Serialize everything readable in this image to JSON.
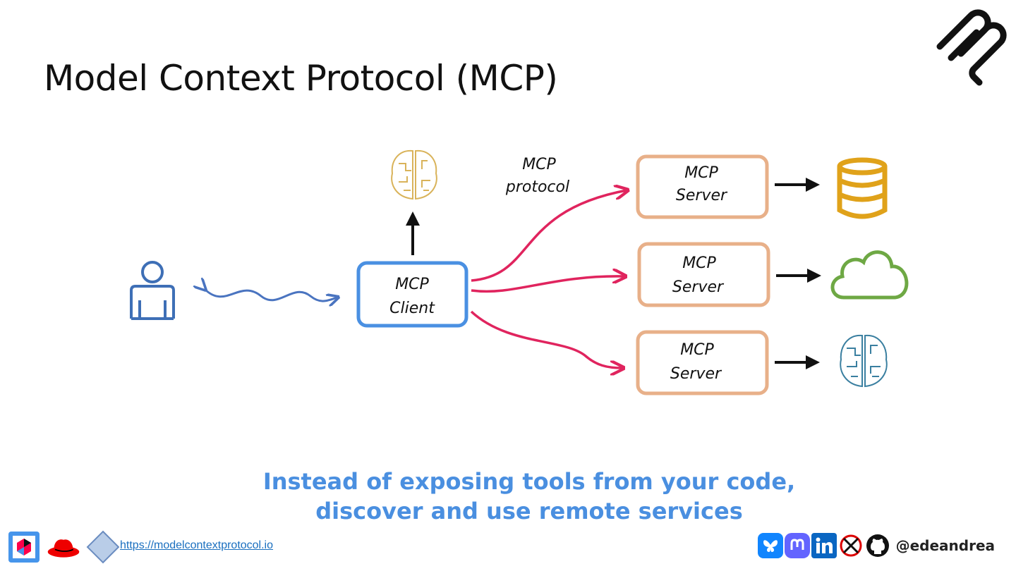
{
  "title": "Model Context Protocol (MCP)",
  "diagram": {
    "protocol_label": [
      "MCP",
      "protocol"
    ],
    "client_label": [
      "MCP",
      "Client"
    ],
    "servers": [
      {
        "label": [
          "MCP",
          "Server"
        ],
        "resource_icon": "database-icon"
      },
      {
        "label": [
          "MCP",
          "Server"
        ],
        "resource_icon": "cloud-icon"
      },
      {
        "label": [
          "MCP",
          "Server"
        ],
        "resource_icon": "brain-icon"
      }
    ],
    "colors": {
      "client_border": "#4a90e2",
      "server_border": "#e8b089",
      "protocol_arrow": "#e0245e",
      "database": "#e0a21a",
      "cloud": "#6ea844",
      "brain_top": "#d9b35a",
      "brain_right": "#3a7fa0",
      "user": "#3e6fb6"
    }
  },
  "tagline": {
    "line1": "Instead of exposing tools from your code,",
    "line2": "discover and use remote services"
  },
  "footer": {
    "link": "https://modelcontextprotocol.io",
    "handle": "@edeandrea",
    "social_icons": [
      "bluesky-icon",
      "mastodon-icon",
      "linkedin-icon",
      "x-icon",
      "github-icon"
    ]
  }
}
